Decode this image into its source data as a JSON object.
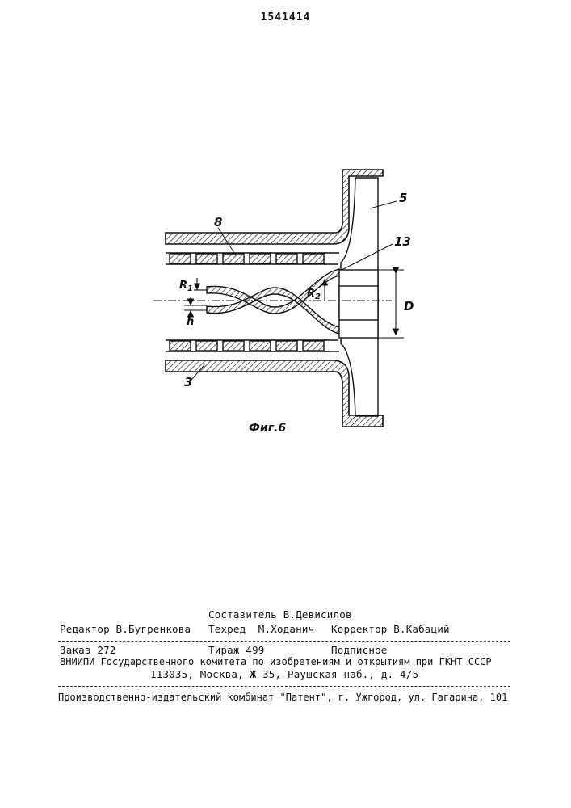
{
  "document": {
    "patent_number": "1541414",
    "figure": {
      "caption": "Фиг.6",
      "labels": {
        "label_8": "8",
        "label_5": "5",
        "label_13": "13",
        "label_3": "3",
        "label_R1": "R",
        "label_R1_sub": "1",
        "label_R2": "R",
        "label_R2_sub": "2",
        "label_h": "h",
        "label_D": "D"
      }
    },
    "imprint": {
      "compiler": "Составитель В.Девисилов",
      "editor": "Редактор В.Бугренкова",
      "techred": "Техред  М.Ходанич",
      "corrector": "Корректор В.Кабаций",
      "order": "Заказ 272",
      "circulation": "Тираж 499",
      "subscription": "Подписное",
      "institute": "ВНИИПИ Государственного комитета по изобретениям и открытиям при ГКНТ СССР",
      "address": "113035, Москва, Ж-35, Раушская наб., д. 4/5",
      "printer": "Производственно-издательский комбинат \"Патент\", г. Ужгород, ул. Гагарина, 101"
    }
  }
}
